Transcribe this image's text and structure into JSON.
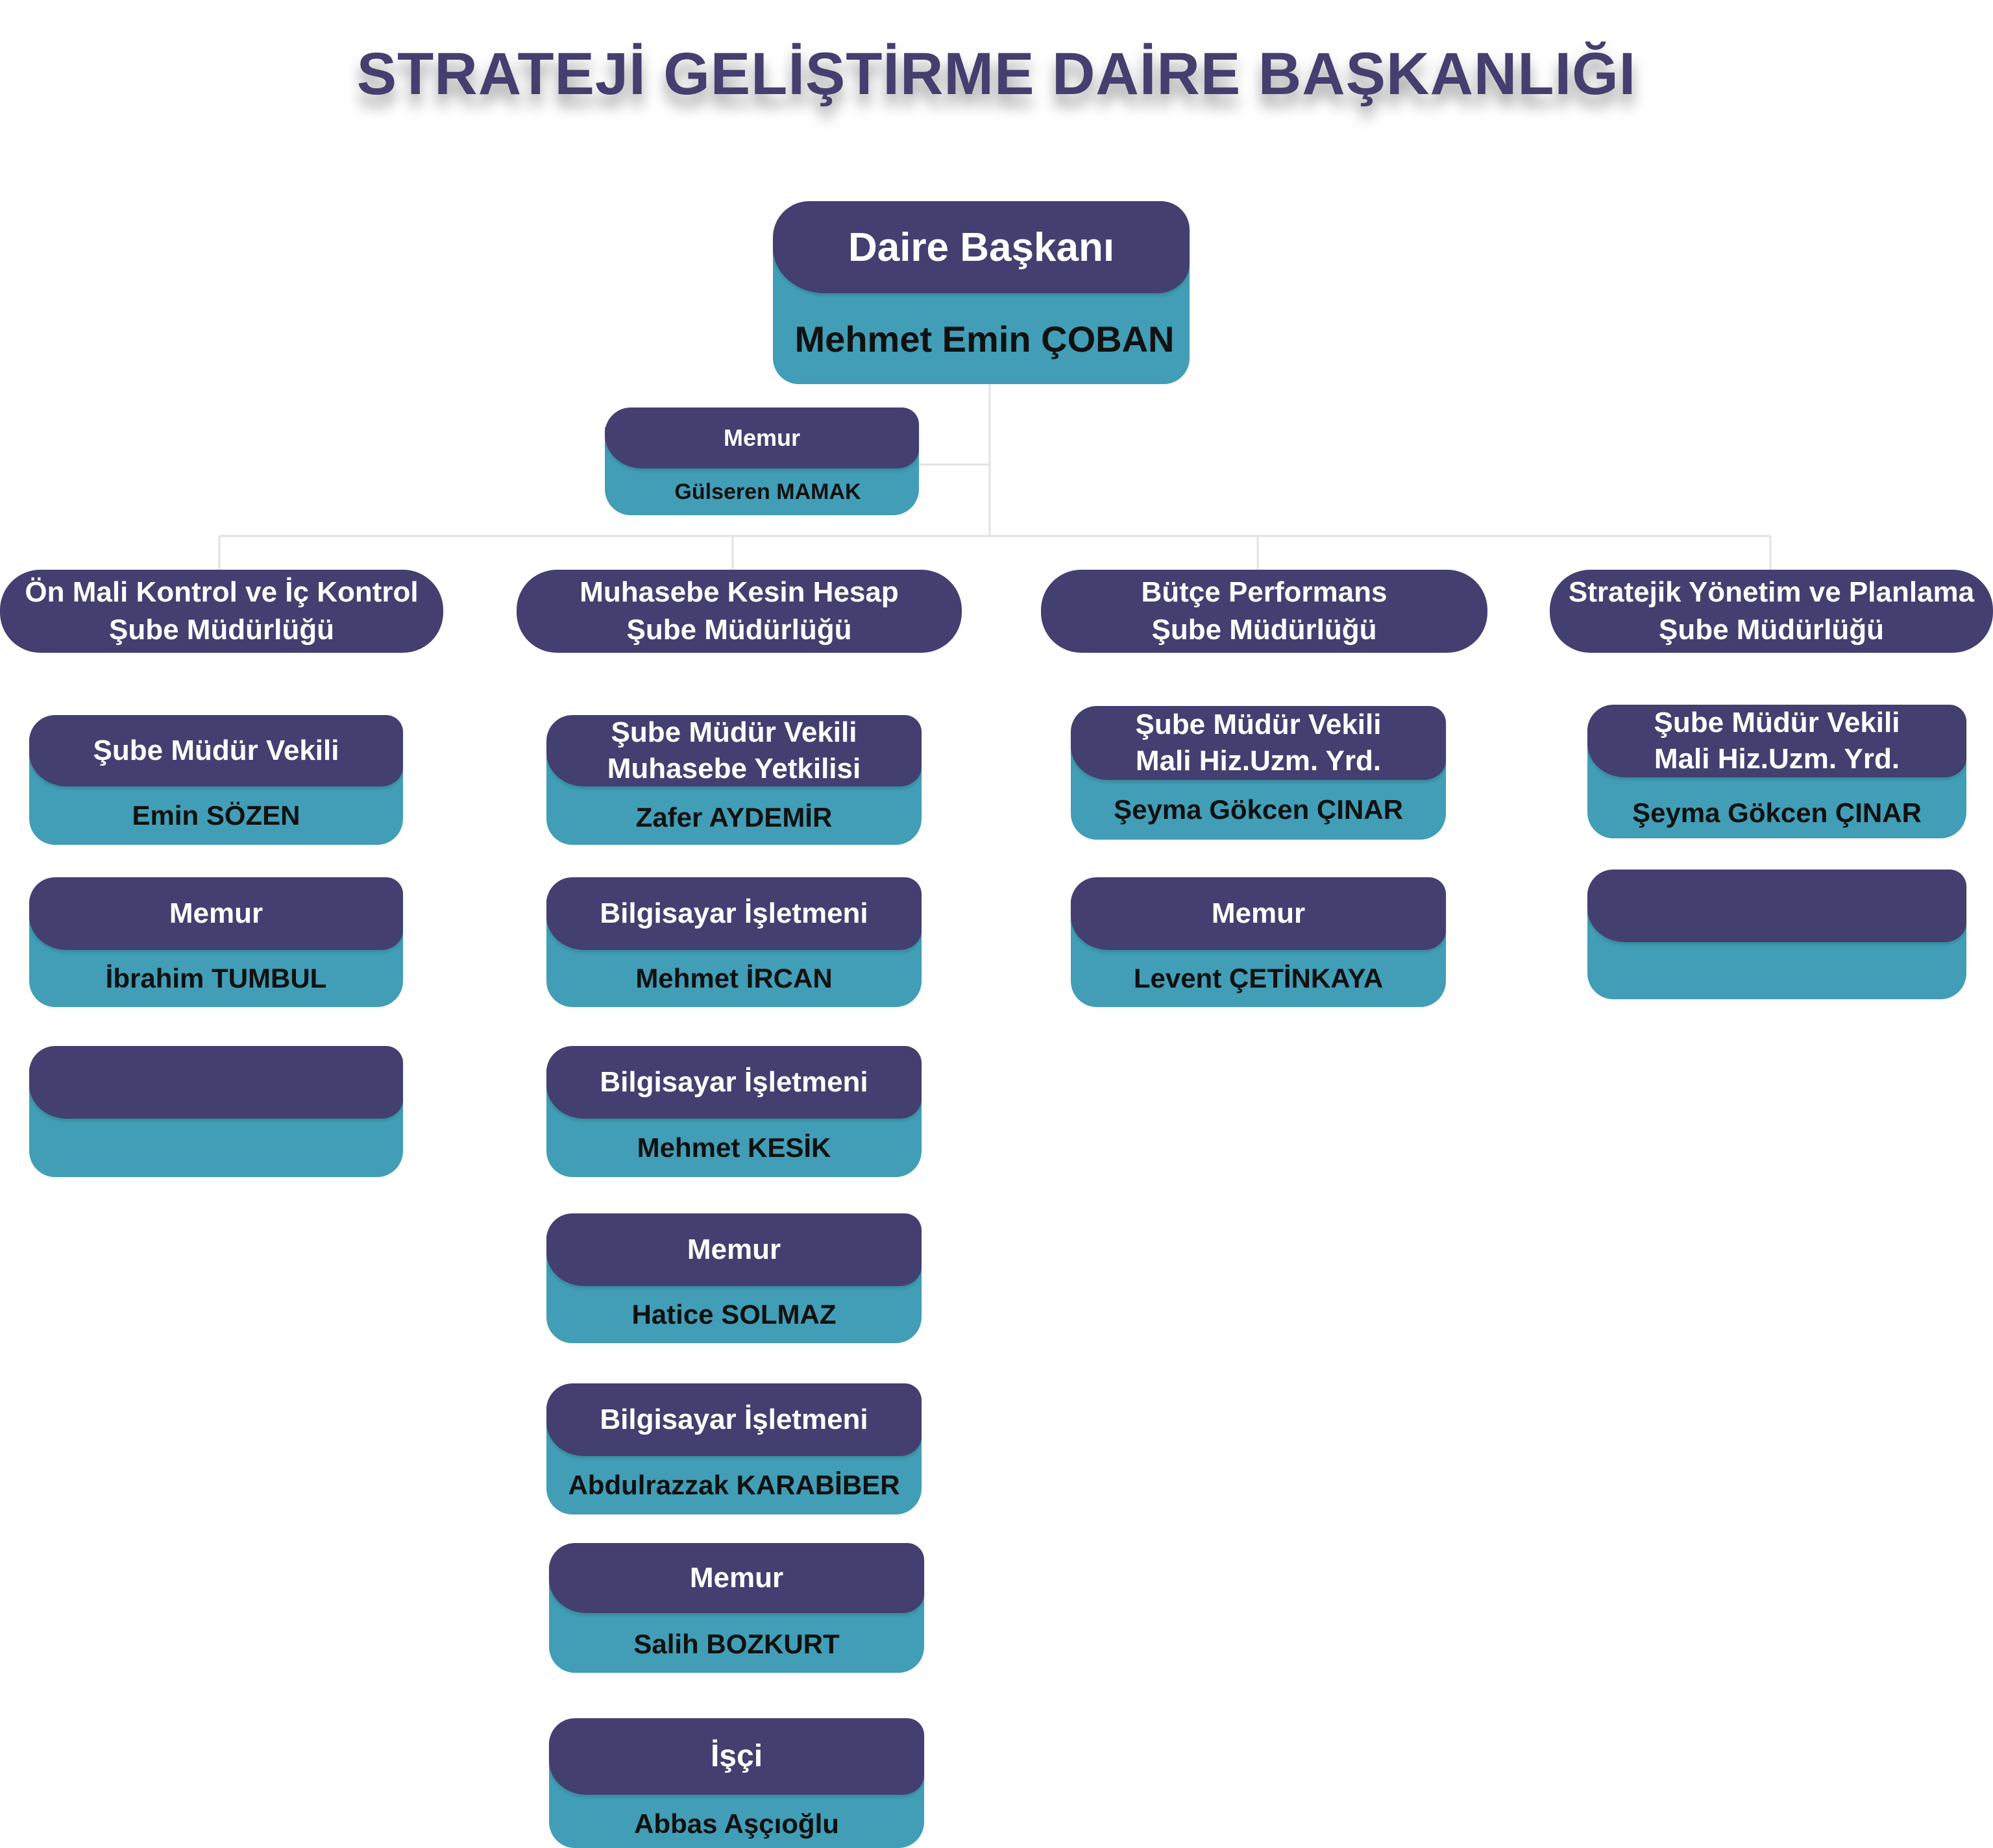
{
  "title": "STRATEJİ GELİŞTİRME DAİRE BAŞKANLIĞI",
  "head": {
    "role": "Daire Başkanı",
    "name": "Mehmet Emin ÇOBAN"
  },
  "assistant": {
    "role": "Memur",
    "name": "Gülseren MAMAK"
  },
  "departments": [
    {
      "line1": "Ön Mali Kontrol ve İç Kontrol",
      "line2": "Şube Müdürlüğü"
    },
    {
      "line1": "Muhasebe Kesin Hesap",
      "line2": "Şube Müdürlüğü"
    },
    {
      "line1": "Bütçe Performans",
      "line2": "Şube Müdürlüğü"
    },
    {
      "line1": "Stratejik Yönetim ve Planlama",
      "line2": "Şube Müdürlüğü"
    }
  ],
  "staff": {
    "col1": [
      {
        "role1": "Şube Müdür Vekili",
        "role2": "",
        "name": "Emin SÖZEN"
      },
      {
        "role1": "Memur",
        "role2": "",
        "name": "İbrahim TUMBUL"
      },
      {
        "role1": "",
        "role2": "",
        "name": ""
      }
    ],
    "col2": [
      {
        "role1": "Şube Müdür Vekili",
        "role2": "Muhasebe Yetkilisi",
        "name": "Zafer AYDEMİR"
      },
      {
        "role1": "Bilgisayar İşletmeni",
        "role2": "",
        "name": "Mehmet İRCAN"
      },
      {
        "role1": "Bilgisayar İşletmeni",
        "role2": "",
        "name": "Mehmet KESİK"
      },
      {
        "role1": "Memur",
        "role2": "",
        "name": "Hatice SOLMAZ"
      },
      {
        "role1": "Bilgisayar İşletmeni",
        "role2": "",
        "name": "Abdulrazzak KARABİBER"
      },
      {
        "role1": "Memur",
        "role2": "",
        "name": "Salih BOZKURT"
      },
      {
        "role1": "İşçi",
        "role2": "",
        "name": "Abbas Aşçıoğlu"
      }
    ],
    "col3": [
      {
        "role1": "Şube Müdür  Vekili",
        "role2": "Mali Hiz.Uzm. Yrd.",
        "name": "Şeyma Gökcen ÇINAR"
      },
      {
        "role1": "Memur",
        "role2": "",
        "name": "Levent ÇETİNKAYA"
      }
    ],
    "col4": [
      {
        "role1": "Şube Müdür  Vekili",
        "role2": "Mali Hiz.Uzm. Yrd.",
        "name": "Şeyma Gökcen ÇINAR"
      },
      {
        "role1": "",
        "role2": "",
        "name": ""
      }
    ]
  },
  "colors": {
    "dark": "#433f70",
    "teal": "#419eb6",
    "connector": "#e2e2e2"
  }
}
